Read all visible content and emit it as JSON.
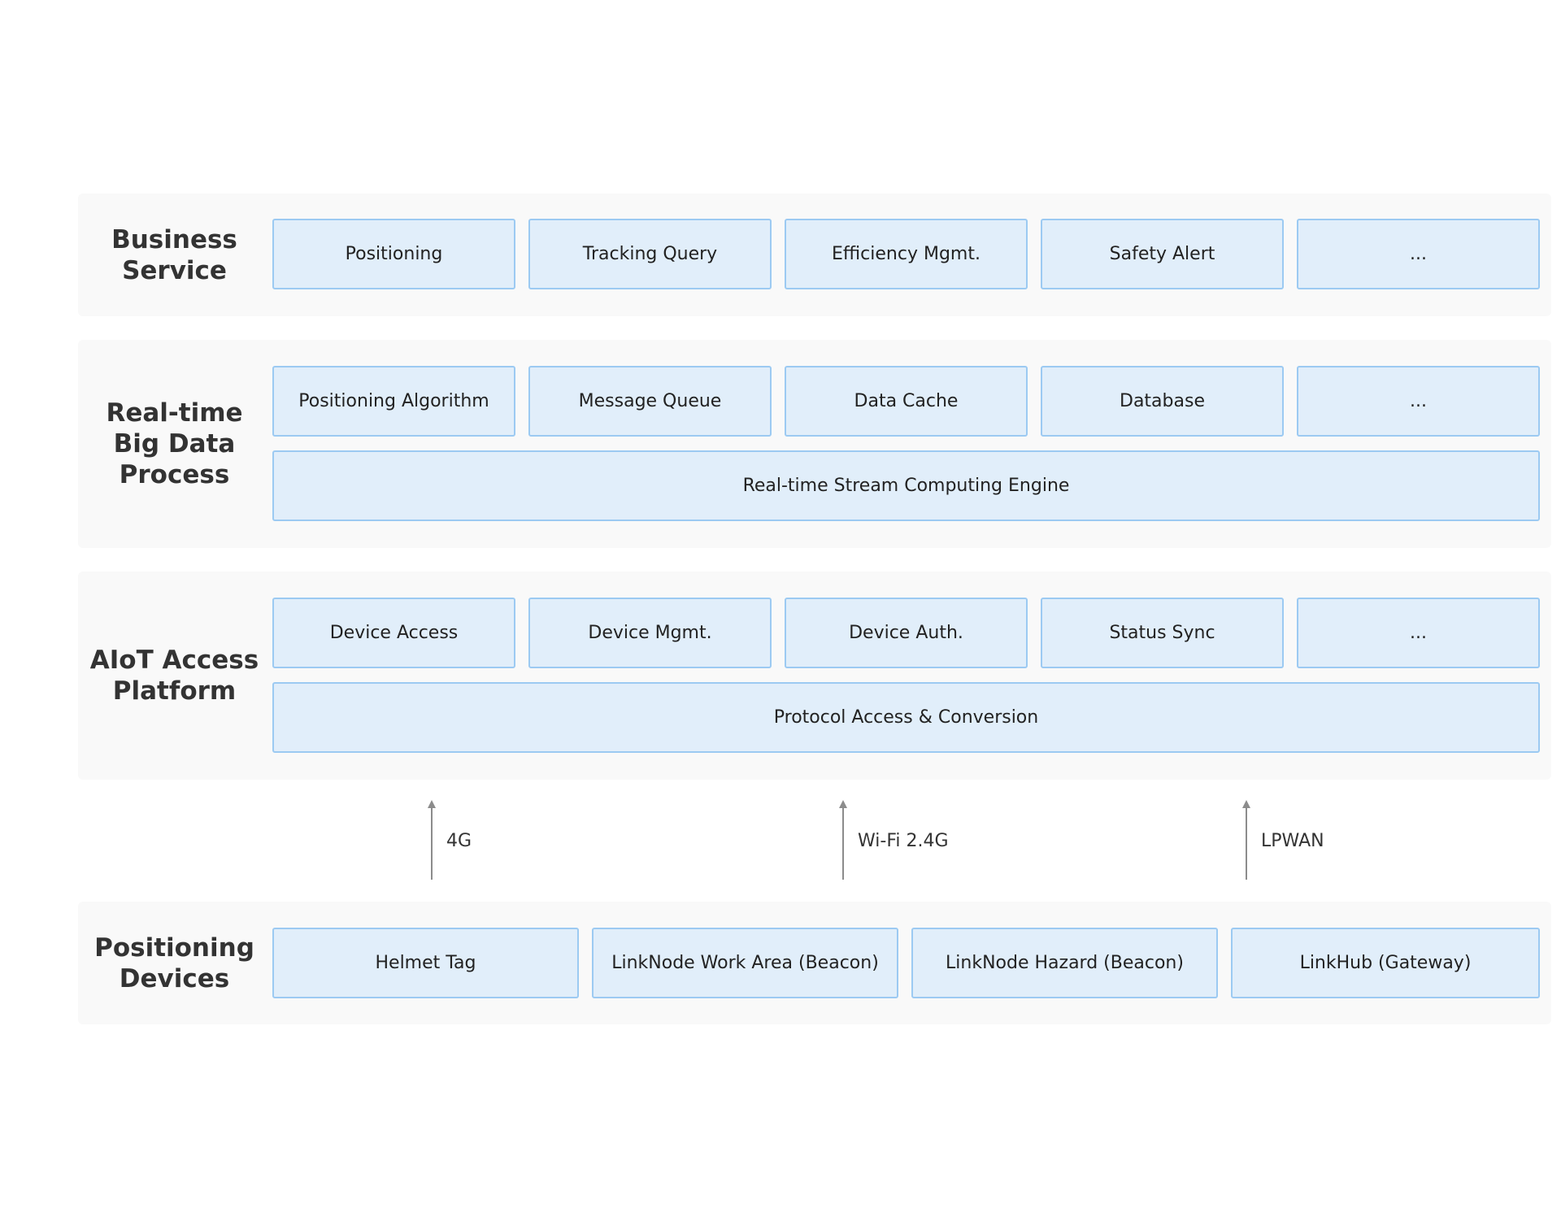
{
  "layers": {
    "business": {
      "title": "Business\nService",
      "items": [
        "Positioning",
        "Tracking Query",
        "Efficiency Mgmt.",
        "Safety Alert",
        "..."
      ]
    },
    "bigdata": {
      "title": "Real-time\nBig Data\nProcess",
      "items": [
        "Positioning Algorithm",
        "Message Queue",
        "Data Cache",
        "Database",
        "..."
      ],
      "engine": "Real-time Stream Computing Engine"
    },
    "aiot": {
      "title": "AIoT Access\nPlatform",
      "items": [
        "Device Access",
        "Device Mgmt.",
        "Device Auth.",
        "Status Sync",
        "..."
      ],
      "protocol": "Protocol Access & Conversion"
    },
    "devices": {
      "title": "Positioning\nDevices",
      "items": [
        "Helmet Tag",
        "LinkNode Work Area (Beacon)",
        "LinkNode Hazard (Beacon)",
        "LinkHub (Gateway)"
      ]
    }
  },
  "links": [
    "4G",
    "Wi-Fi 2.4G",
    "LPWAN"
  ]
}
